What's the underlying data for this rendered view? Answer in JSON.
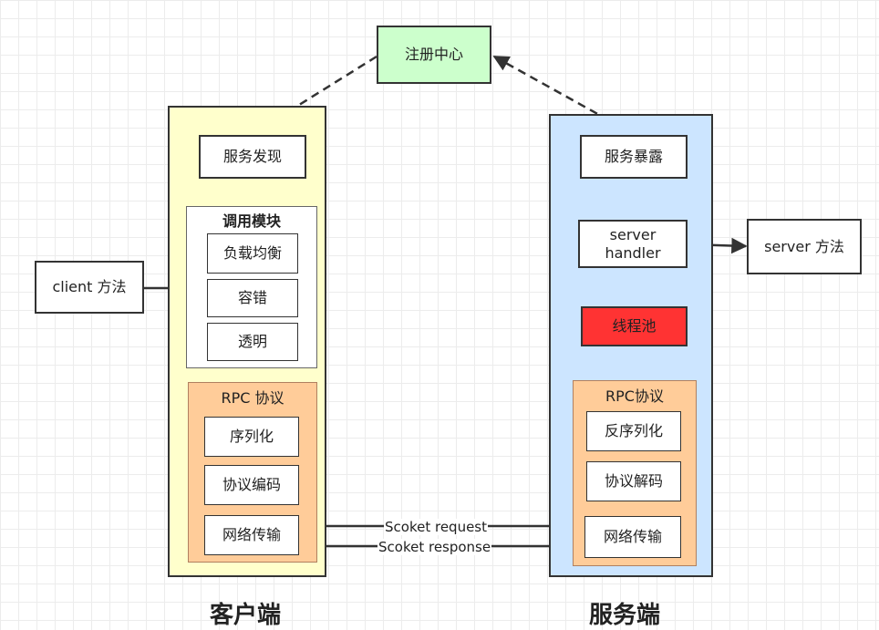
{
  "registry": {
    "label": "注册中心",
    "color": "#ccffcc"
  },
  "client": {
    "title": "客户端",
    "container_color": "#ffffcc",
    "discovery": "服务发现",
    "invoke_module": {
      "title": "调用模块",
      "items": [
        "负载均衡",
        "容错",
        "透明"
      ]
    },
    "rpc": {
      "title": "RPC 协议",
      "color": "#ffcc99",
      "items": [
        "序列化",
        "协议编码",
        "网络传输"
      ]
    },
    "method": "client 方法"
  },
  "server": {
    "title": "服务端",
    "container_color": "#cce5ff",
    "exposure": "服务暴露",
    "handler": "server handler",
    "thread_pool": {
      "label": "线程池",
      "color": "#ff3333"
    },
    "rpc": {
      "title": "RPC协议",
      "color": "#ffcc99",
      "items": [
        "反序列化",
        "协议解码",
        "网络传输"
      ]
    },
    "method": "server 方法"
  },
  "connections": {
    "request": "Scoket request",
    "response": "Scoket response"
  }
}
